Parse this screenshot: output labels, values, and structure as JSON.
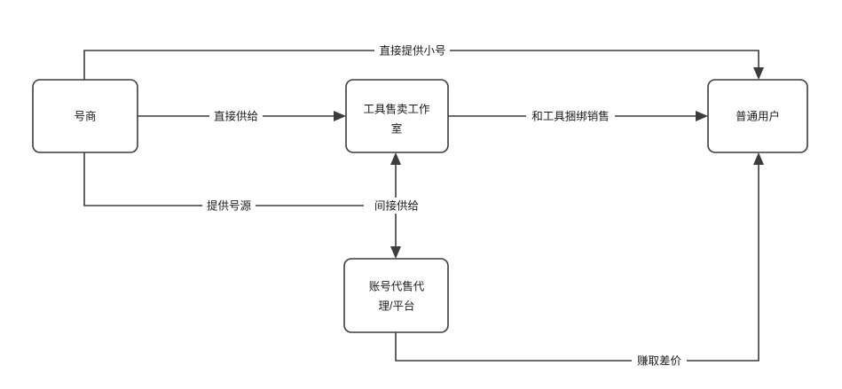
{
  "diagram": {
    "type": "flowchart",
    "title": "",
    "background_color": "#ffffff",
    "stroke_color": "#3c3c3c",
    "text_color": "#1a1a1a",
    "nodes": [
      {
        "id": "supplier",
        "label": "号商",
        "lines": [
          "号商"
        ],
        "shape": "rounded-rectangle"
      },
      {
        "id": "tool-studio",
        "label": "工具售卖工作室",
        "lines": [
          "工具售卖工作",
          "室"
        ],
        "shape": "rounded-rectangle"
      },
      {
        "id": "normal-user",
        "label": "普通用户",
        "lines": [
          "普通用户"
        ],
        "shape": "rounded-rectangle"
      },
      {
        "id": "account-agent",
        "label": "账号代售代理/平台",
        "lines": [
          "账号代售代",
          "理/平台"
        ],
        "shape": "rounded-rectangle"
      }
    ],
    "edges": [
      {
        "id": "supplier-to-user-direct",
        "label": "直接提供小号",
        "from": "supplier",
        "to": "normal-user",
        "route": "top"
      },
      {
        "id": "supplier-to-studio",
        "label": "直接供给",
        "from": "supplier",
        "to": "tool-studio",
        "route": "horizontal"
      },
      {
        "id": "studio-to-user",
        "label": "和工具捆绑销售",
        "from": "tool-studio",
        "to": "normal-user",
        "route": "horizontal"
      },
      {
        "id": "supplier-to-agent-source",
        "label": "提供号源",
        "from": "supplier",
        "to": "account-agent",
        "route": "bottom-left"
      },
      {
        "id": "agent-studio-indirect",
        "label": "间接供给",
        "from": "account-agent",
        "to": "tool-studio",
        "route": "vertical-bidirectional"
      },
      {
        "id": "agent-to-user-margin",
        "label": "赚取差价",
        "from": "account-agent",
        "to": "normal-user",
        "route": "bottom"
      }
    ]
  }
}
